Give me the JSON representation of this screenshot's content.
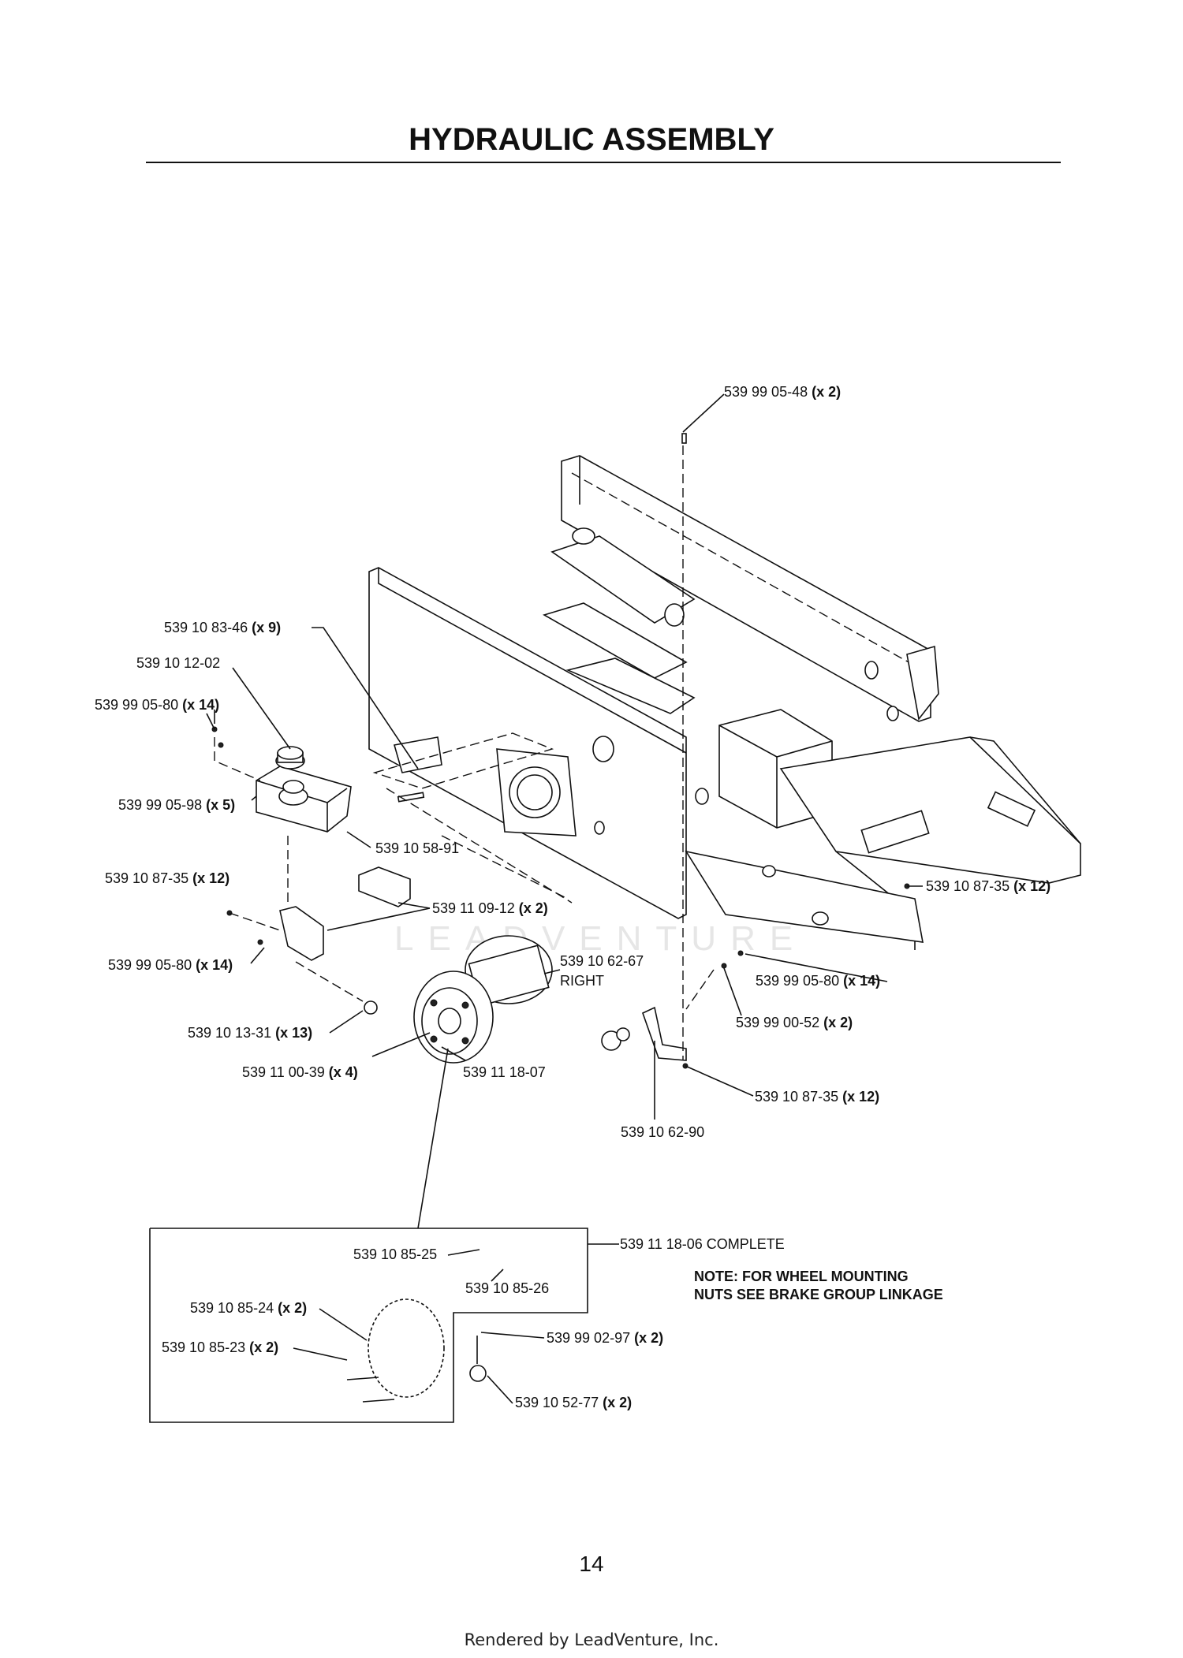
{
  "title": "HYDRAULIC ASSEMBLY",
  "watermark": "LEADVENTURE",
  "callouts": [
    {
      "id": "c1",
      "part": "539 99 05-48",
      "qty": "(x 2)"
    },
    {
      "id": "c2",
      "part": "539 10 83-46",
      "qty": "(x 9)"
    },
    {
      "id": "c3",
      "part": "539 10 12-02",
      "qty": ""
    },
    {
      "id": "c4",
      "part": "539 99 05-80",
      "qty": "(x 14)"
    },
    {
      "id": "c5",
      "part": "539 99 05-98",
      "qty": "(x 5)"
    },
    {
      "id": "c6",
      "part": "539 10 58-91",
      "qty": ""
    },
    {
      "id": "c7",
      "part": "539 10 87-35",
      "qty": "(x 12)"
    },
    {
      "id": "c8",
      "part": "539 11 09-12",
      "qty": "(x 2)"
    },
    {
      "id": "c9",
      "part": "539 99 05-80",
      "qty": "(x 14)"
    },
    {
      "id": "c10",
      "part": "539 10 62-67",
      "qty": ""
    },
    {
      "id": "c11",
      "part": "RIGHT",
      "qty": ""
    },
    {
      "id": "c12",
      "part": "539 10 13-31",
      "qty": "(x 13)"
    },
    {
      "id": "c13",
      "part": "539 11 00-39",
      "qty": "(x 4)"
    },
    {
      "id": "c14",
      "part": "539 11 18-07",
      "qty": ""
    },
    {
      "id": "c15",
      "part": "539 10 87-35",
      "qty": "(x 12)"
    },
    {
      "id": "c16",
      "part": "539 99 05-80",
      "qty": "(x 14)"
    },
    {
      "id": "c17",
      "part": "539 99 00-52",
      "qty": "(x 2)"
    },
    {
      "id": "c18",
      "part": "539 10 87-35",
      "qty": "(x 12)"
    },
    {
      "id": "c19",
      "part": "539 10 62-90",
      "qty": ""
    },
    {
      "id": "c20",
      "part": "539 11 18-06 COMPLETE",
      "qty": ""
    },
    {
      "id": "c21",
      "part": "539 10 85-25",
      "qty": ""
    },
    {
      "id": "c22",
      "part": "539 10 85-26",
      "qty": ""
    },
    {
      "id": "c23",
      "part": "539 10 85-24",
      "qty": "(x 2)"
    },
    {
      "id": "c24",
      "part": "539 10 85-23",
      "qty": "(x 2)"
    },
    {
      "id": "c25",
      "part": "539 99 02-97",
      "qty": "(x 2)"
    },
    {
      "id": "c26",
      "part": "539 10 52-77",
      "qty": "(x 2)"
    }
  ],
  "note": {
    "line1": "NOTE: FOR WHEEL MOUNTING",
    "line2": "NUTS SEE BRAKE GROUP LINKAGE"
  },
  "page_number": "14",
  "footer": "Rendered by LeadVenture, Inc."
}
